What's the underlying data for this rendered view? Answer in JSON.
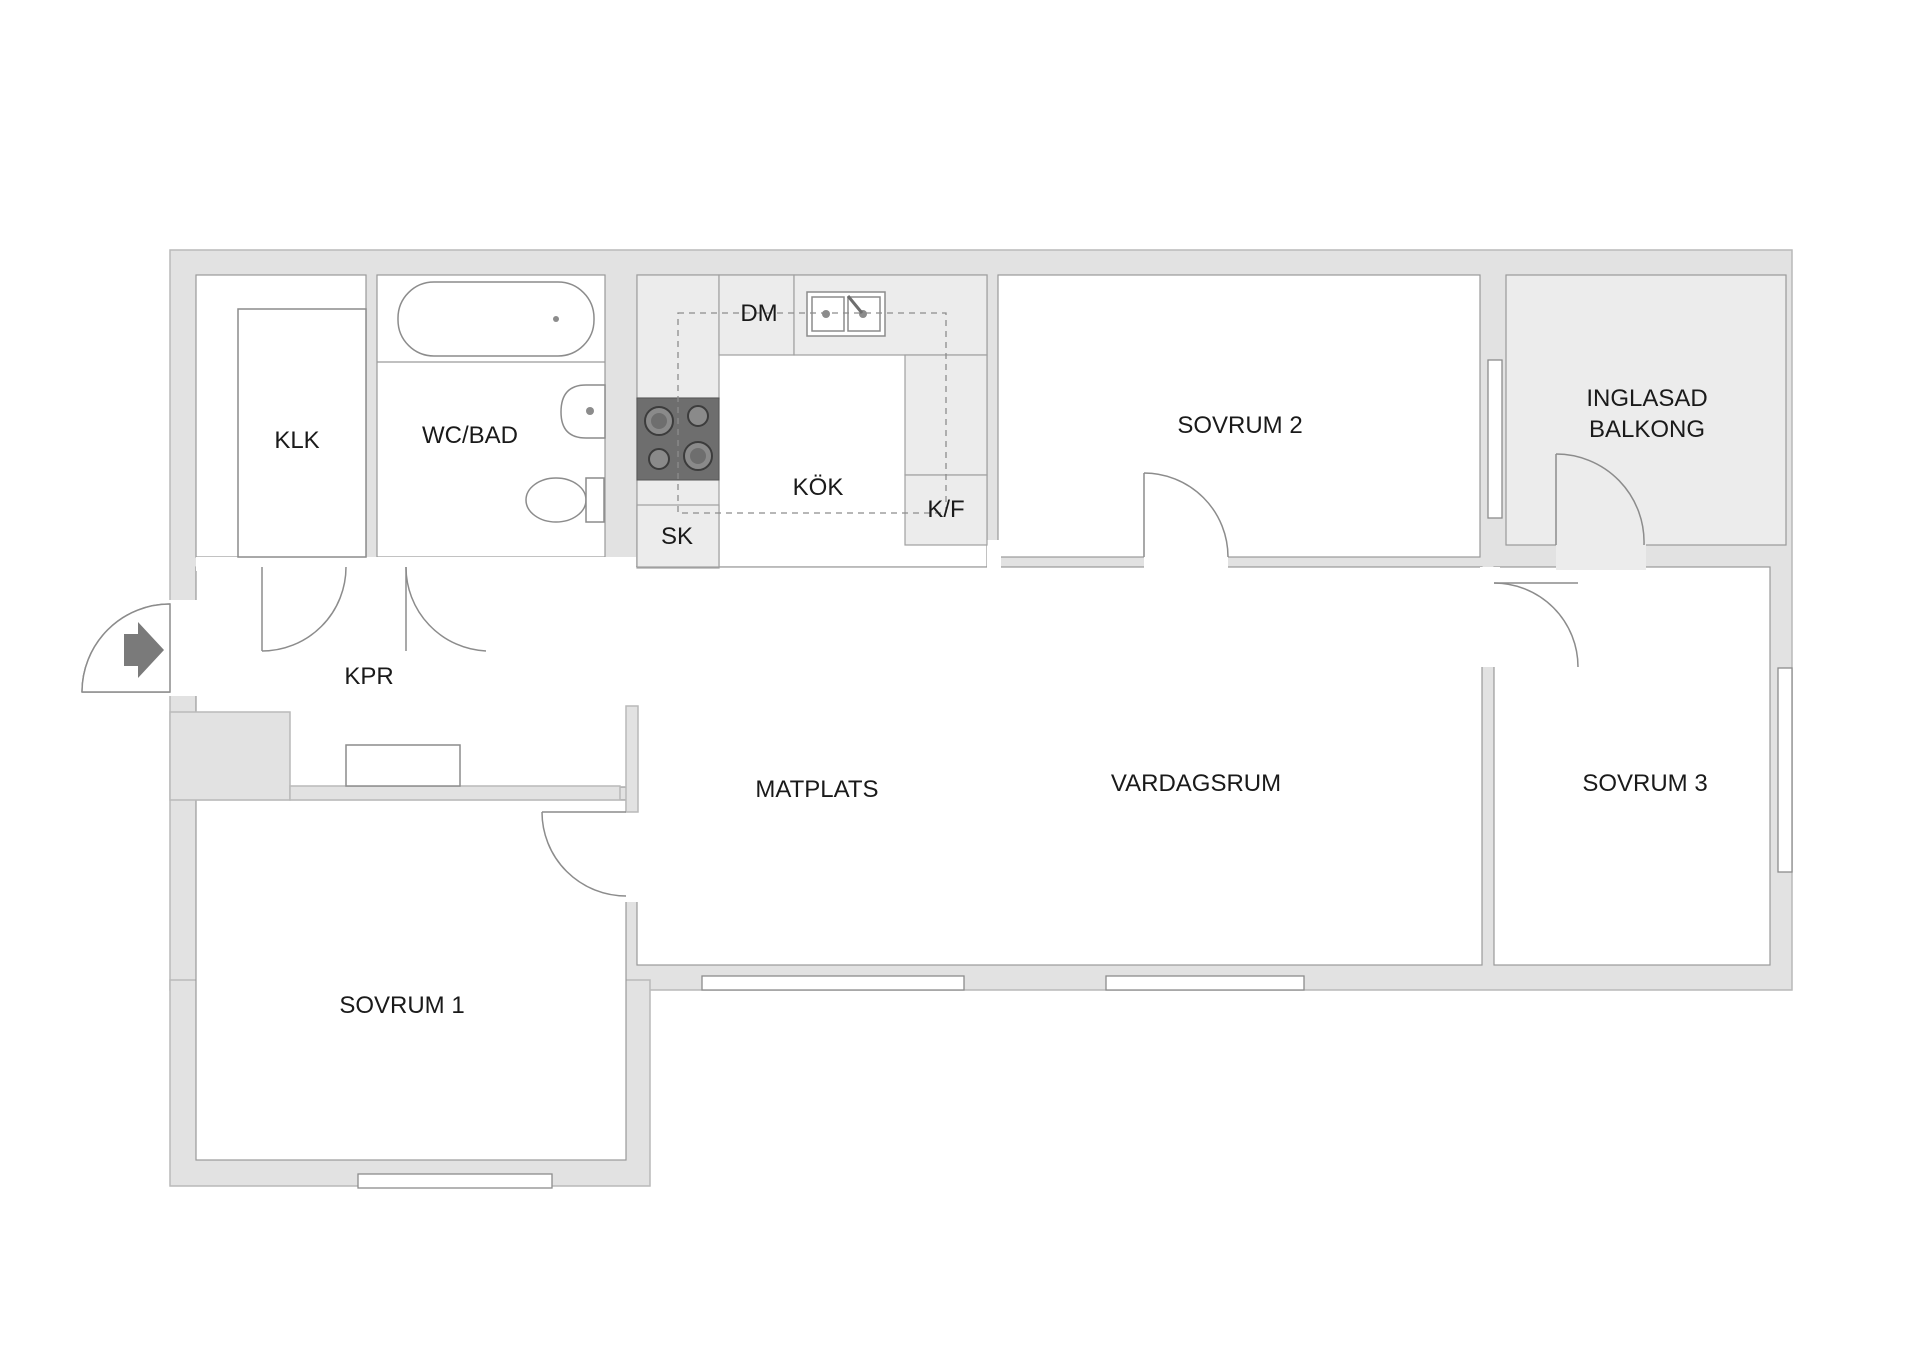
{
  "plan": {
    "rooms": {
      "klk": "KLK",
      "wc_bad": "WC/BAD",
      "dm": "DM",
      "kok": "KÖK",
      "sk": "SK",
      "kf": "K/F",
      "sovrum_2": "SOVRUM 2",
      "inglasad_balkong_line1": "INGLASAD",
      "inglasad_balkong_line2": "BALKONG",
      "kpr": "KPR",
      "matplats": "MATPLATS",
      "vardagsrum": "VARDAGSRUM",
      "sovrum_3": "SOVRUM 3",
      "sovrum_1": "SOVRUM 1"
    },
    "icons": {
      "entrance": "entrance-arrow-icon",
      "stove": "stove-icon",
      "sink": "double-sink-icon",
      "bathtub": "bathtub-icon",
      "washbasin": "washbasin-icon",
      "toilet": "toilet-icon"
    },
    "colors": {
      "wall": "#e2e2e2",
      "floor": "#ffffff",
      "stove": "#6e6e6e",
      "arrow": "#7a7a7a"
    }
  }
}
